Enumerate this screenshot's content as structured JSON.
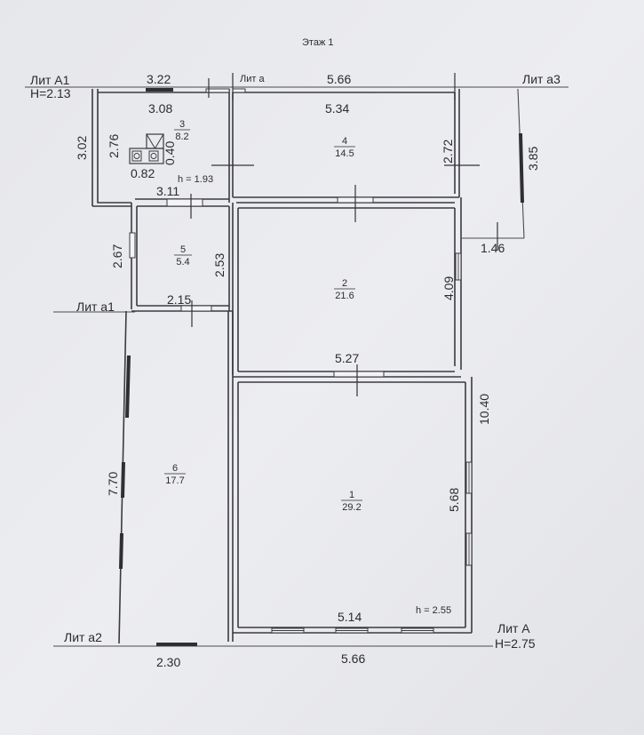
{
  "title": "Этаж 1",
  "lit_labels": {
    "lit_a1": "Лит А1",
    "h_a1": "H=2.13",
    "lit_a": "Лит а",
    "lit_a3": "Лит а3",
    "lit_a1_lower": "Лит а1",
    "lit_a2": "Лит а2",
    "lit_A": "Лит А",
    "h_A": "H=2.75"
  },
  "dimensions": {
    "top_322": "3.22",
    "top_566": "5.66",
    "room3_width": "3.08",
    "room4_width": "5.34",
    "left_302": "3.02",
    "room3_height": "2.76",
    "stove_040": "0.40",
    "stove_082": "0.82",
    "h_193": "h = 1.93",
    "room3_bottom": "3.11",
    "room4_height": "2.72",
    "a3_385": "3.85",
    "a3_146": "1.46",
    "room5_left": "2.67",
    "room5_height": "2.53",
    "room5_width": "2.15",
    "room2_height": "4.09",
    "room2_width": "5.27",
    "right_1040": "10.40",
    "room6_height": "7.70",
    "room1_height": "5.68",
    "room1_width": "5.14",
    "h_255": "h = 2.55",
    "bottom_230": "2.30",
    "bottom_566": "5.66"
  },
  "rooms": [
    {
      "number": "1",
      "area": "29.2"
    },
    {
      "number": "2",
      "area": "21.6"
    },
    {
      "number": "3",
      "area": "8.2"
    },
    {
      "number": "4",
      "area": "14.5"
    },
    {
      "number": "5",
      "area": "5.4"
    },
    {
      "number": "6",
      "area": "17.7"
    }
  ]
}
